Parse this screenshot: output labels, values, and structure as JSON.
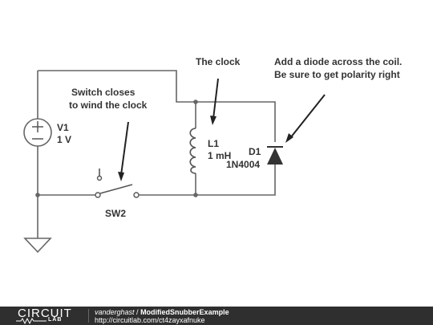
{
  "annotations": {
    "clock_note": "The clock",
    "diode_note_line1": "Add a diode across the coil.",
    "diode_note_line2": "Be sure to get polarity right",
    "switch_note_line1": "Switch closes",
    "switch_note_line2": "to wind the clock"
  },
  "components": {
    "source_name": "V1",
    "source_value": "1 V",
    "inductor_name": "L1",
    "inductor_value": "1 mH",
    "diode_name": "D1",
    "diode_part": "1N4004",
    "switch_name": "SW2"
  },
  "footer": {
    "logo_top": "CIRCUIT",
    "logo_bottom": "LAB",
    "author": "vanderghast",
    "separator": " / ",
    "project": "ModifiedSnubberExample",
    "url": "http://circuitlab.com/ct4zayxafnuke"
  },
  "colors": {
    "wire": "#666666",
    "text": "#333333",
    "footer_bg": "#2f2f2f"
  }
}
